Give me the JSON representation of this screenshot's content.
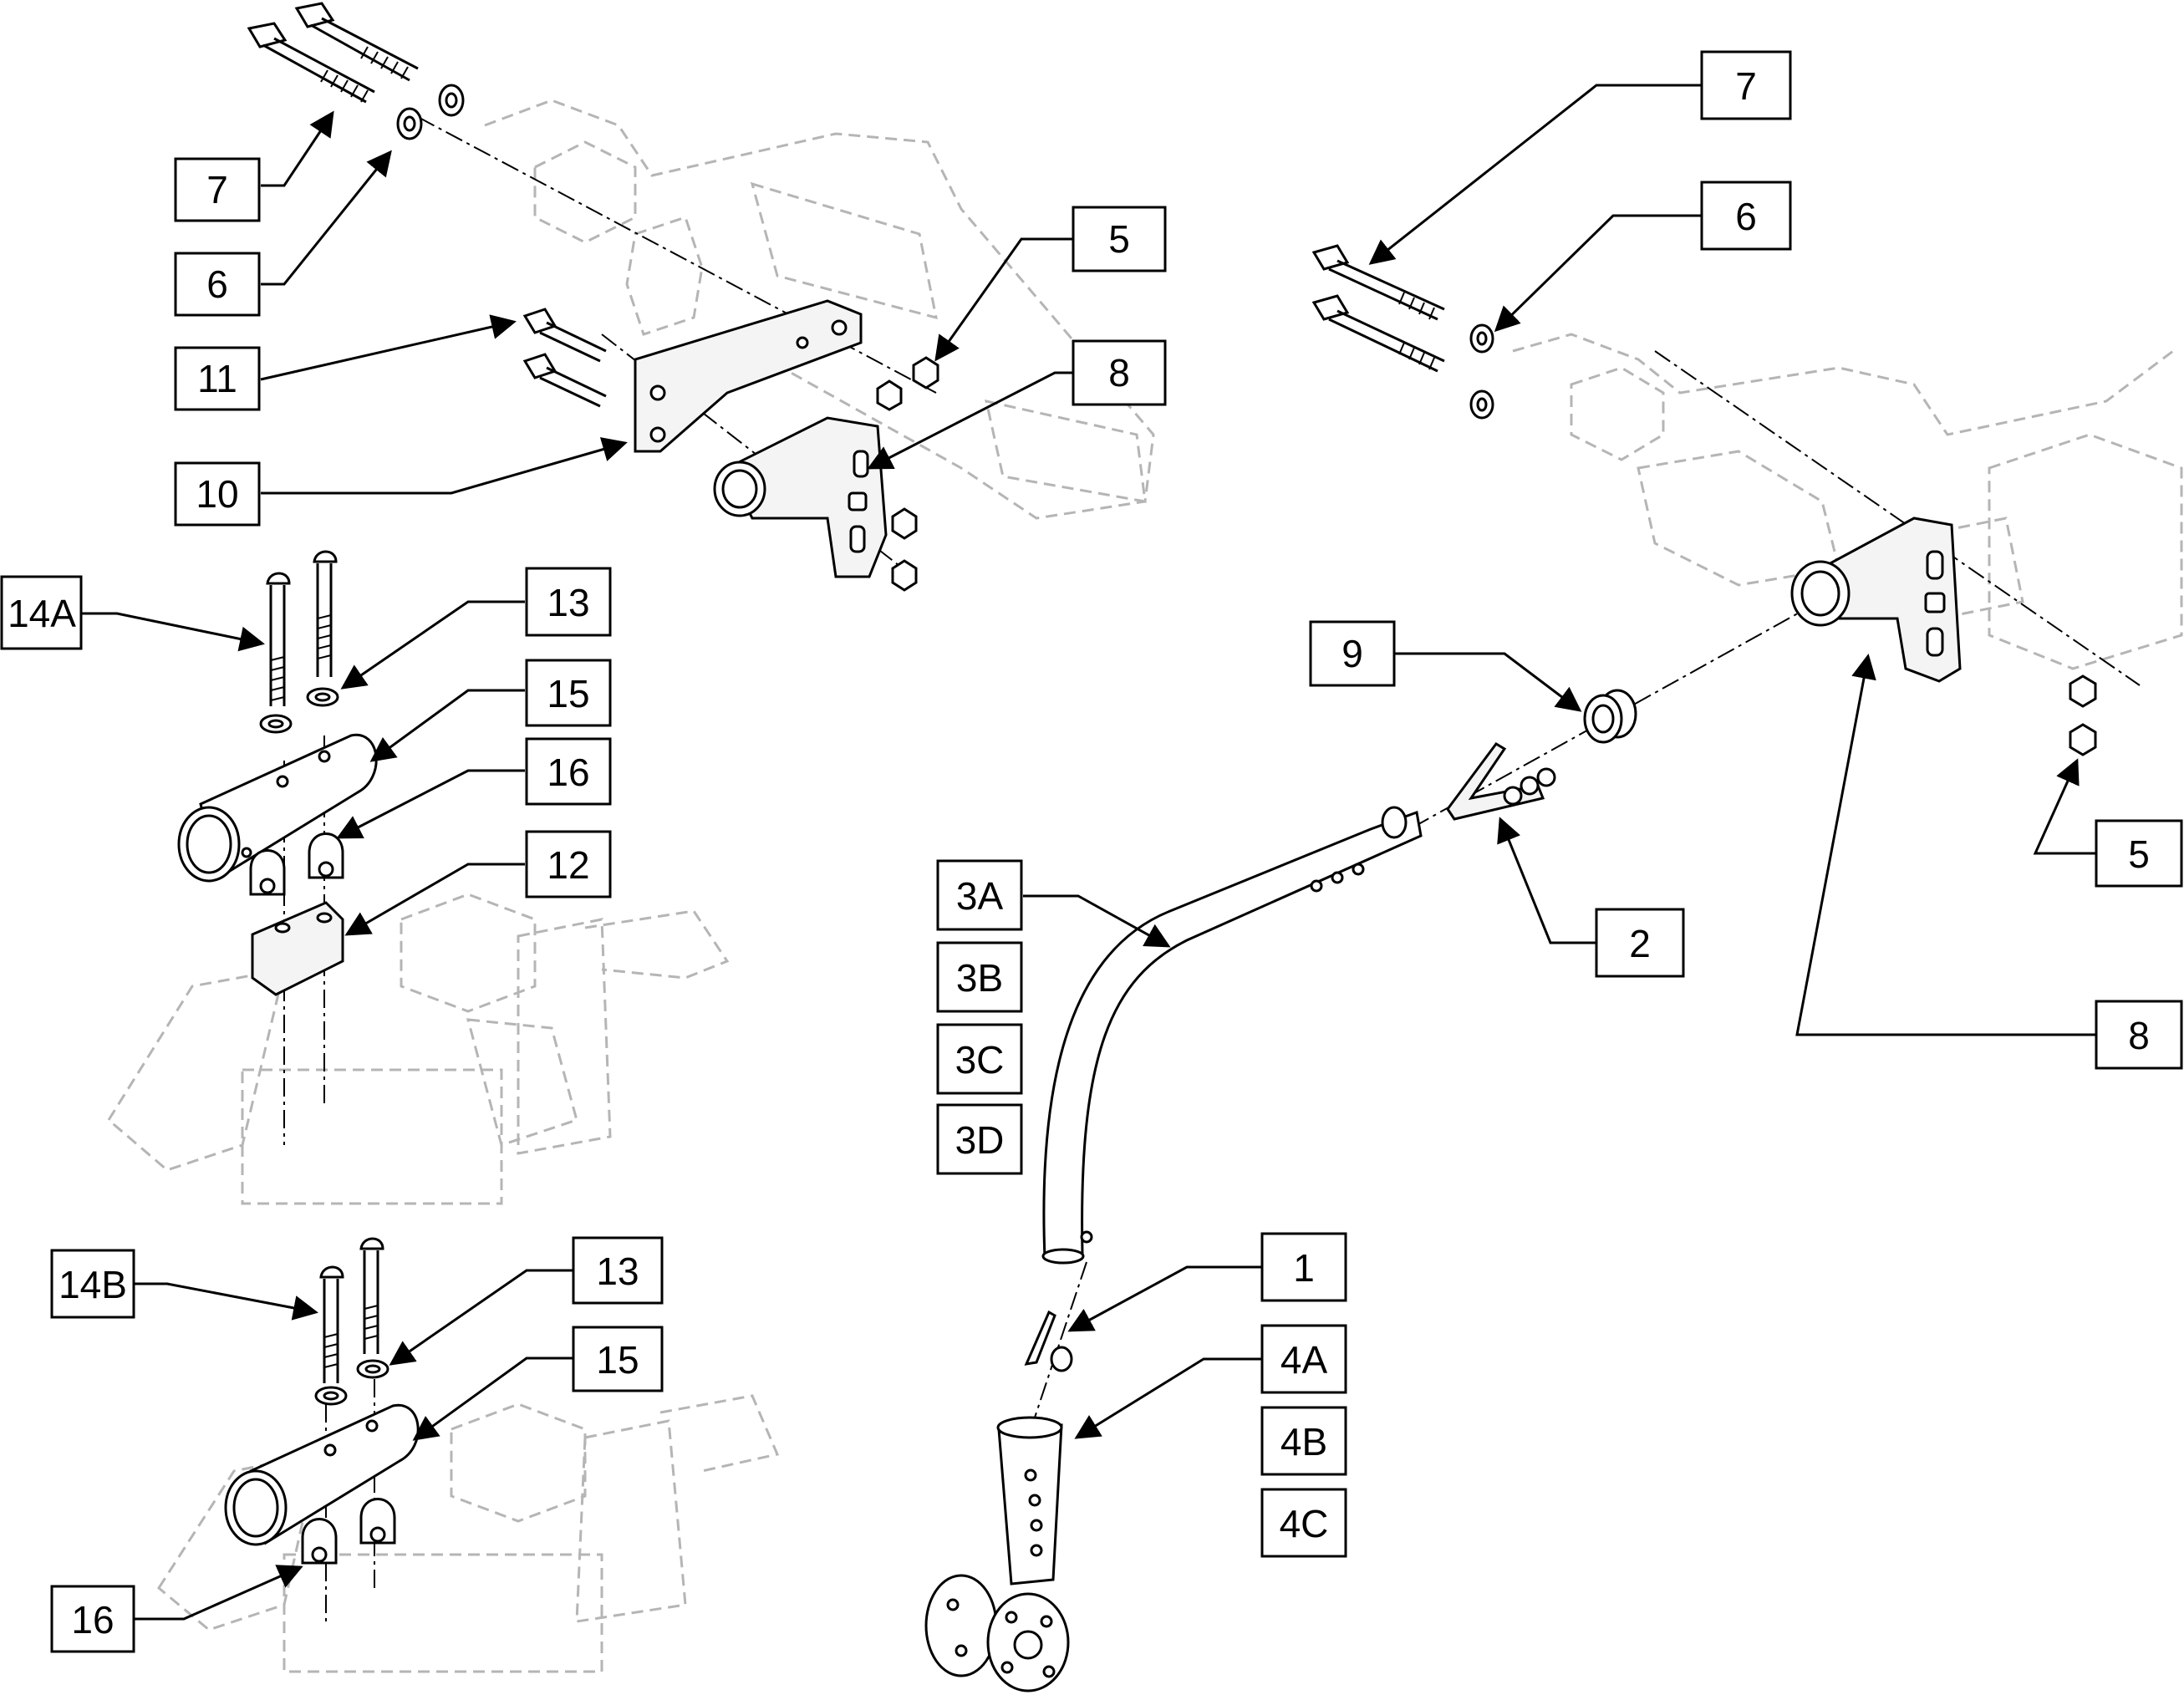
{
  "callouts": {
    "tl_7": "7",
    "tl_6": "6",
    "tl_11": "11",
    "tl_10": "10",
    "tl_5": "5",
    "tl_8": "8",
    "ml_14A": "14A",
    "ml_13": "13",
    "ml_15": "15",
    "ml_16": "16",
    "ml_12": "12",
    "bl_14B": "14B",
    "bl_13": "13",
    "bl_15": "15",
    "bl_16": "16",
    "c_3A": "3A",
    "c_3B": "3B",
    "c_3C": "3C",
    "c_3D": "3D",
    "c_2": "2",
    "c_1": "1",
    "c_4A": "4A",
    "c_4B": "4B",
    "c_4C": "4C",
    "r_7": "7",
    "r_6": "6",
    "r_9": "9",
    "r_5": "5",
    "r_8": "8"
  },
  "colors": {
    "line": "#000000",
    "ghost": "#b5b5b5",
    "background": "#ffffff"
  },
  "icons": [
    "bolt",
    "washer",
    "nut",
    "tube",
    "clamp",
    "bracket",
    "caster-wheel"
  ]
}
